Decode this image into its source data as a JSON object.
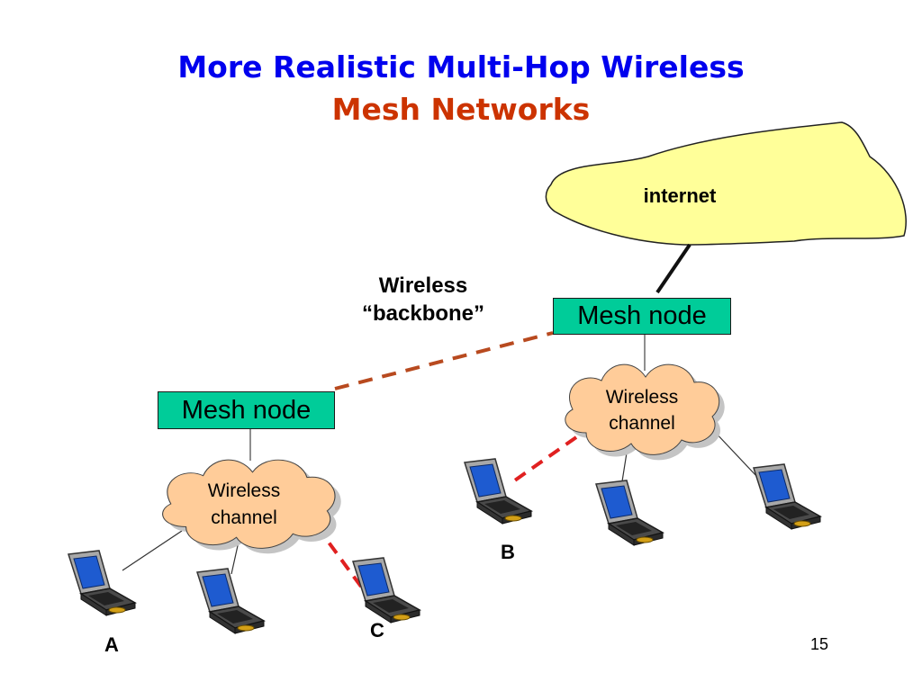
{
  "slide": {
    "title_line1": "More Realistic Multi-Hop Wireless",
    "title_line2": "Mesh Networks",
    "page_number": "15"
  },
  "colors": {
    "title_line1": "#0000ee",
    "title_line2": "#cc3300",
    "mesh_node_fill": "#00cc99",
    "cloud_fill": "#ffff99",
    "wireless_channel_fill": "#ffcc99",
    "backbone_link": "#b84a1f",
    "client_link": "#e02020"
  },
  "diagram": {
    "internet_label": "internet",
    "backbone_label_line1": "Wireless",
    "backbone_label_line2": "“backbone”",
    "mesh_node_right": "Mesh node",
    "mesh_node_left": "Mesh node",
    "channel_right_line1": "Wireless",
    "channel_right_line2": "channel",
    "channel_left_line1": "Wireless",
    "channel_left_line2": "channel",
    "client_a_label": "A",
    "client_b_label": "B",
    "client_c_label": "C",
    "icons": [
      "cloud-icon",
      "laptop-icon"
    ]
  }
}
